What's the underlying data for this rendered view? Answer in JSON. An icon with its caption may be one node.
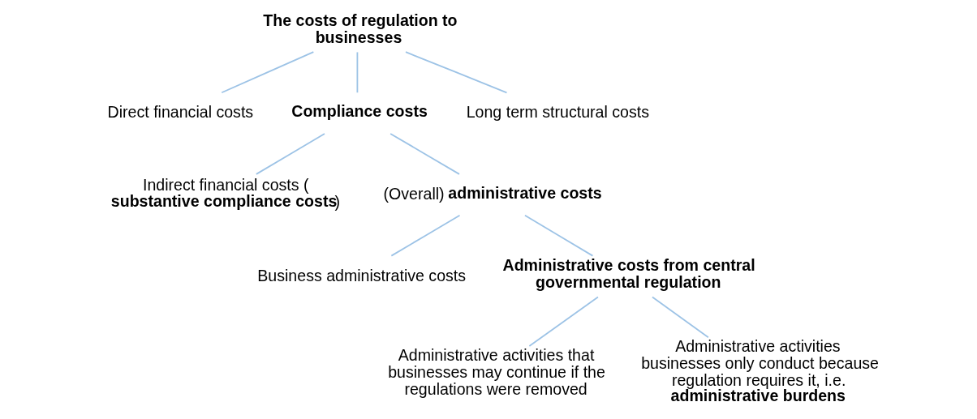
{
  "diagram": {
    "nodes": [
      {
        "text": [
          "The costs of regulation to businesses"
        ]
      },
      {
        "text": [
          "Direct financial costs"
        ]
      },
      {
        "text": [
          "Compliance costs"
        ]
      },
      {
        "text": [
          "Long term structural costs"
        ]
      },
      {
        "text": [
          "Indirect financial costs (**substantive compliance costs**)"
        ]
      },
      {
        "text": [
          "(Overall) **administrative costs**"
        ]
      },
      {
        "text": [
          "Business administrative costs"
        ]
      },
      {
        "text": [
          "Administrative costs from central governmental regulation"
        ]
      },
      {
        "text": [
          "Administrative activities that businesses may continue if the regulations were removed"
        ]
      },
      {
        "text": [
          "Administrative activities businesses only conduct because regulation requires it, i.e. **administrative burdens**"
        ]
      }
    ],
    "edges": [
      {
        "from": 0,
        "to": 1,
        "arrow": "none"
      },
      {
        "from": 0,
        "to": 2,
        "arrow": "none"
      },
      {
        "from": 0,
        "to": 3,
        "arrow": "none"
      },
      {
        "from": 2,
        "to": 4,
        "arrow": "none"
      },
      {
        "from": 2,
        "to": 5,
        "arrow": "none"
      },
      {
        "from": 5,
        "to": 6,
        "arrow": "none"
      },
      {
        "from": 5,
        "to": 7,
        "arrow": "none"
      },
      {
        "from": 7,
        "to": 8,
        "arrow": "none"
      },
      {
        "from": 7,
        "to": 9,
        "arrow": "none"
      }
    ]
  }
}
